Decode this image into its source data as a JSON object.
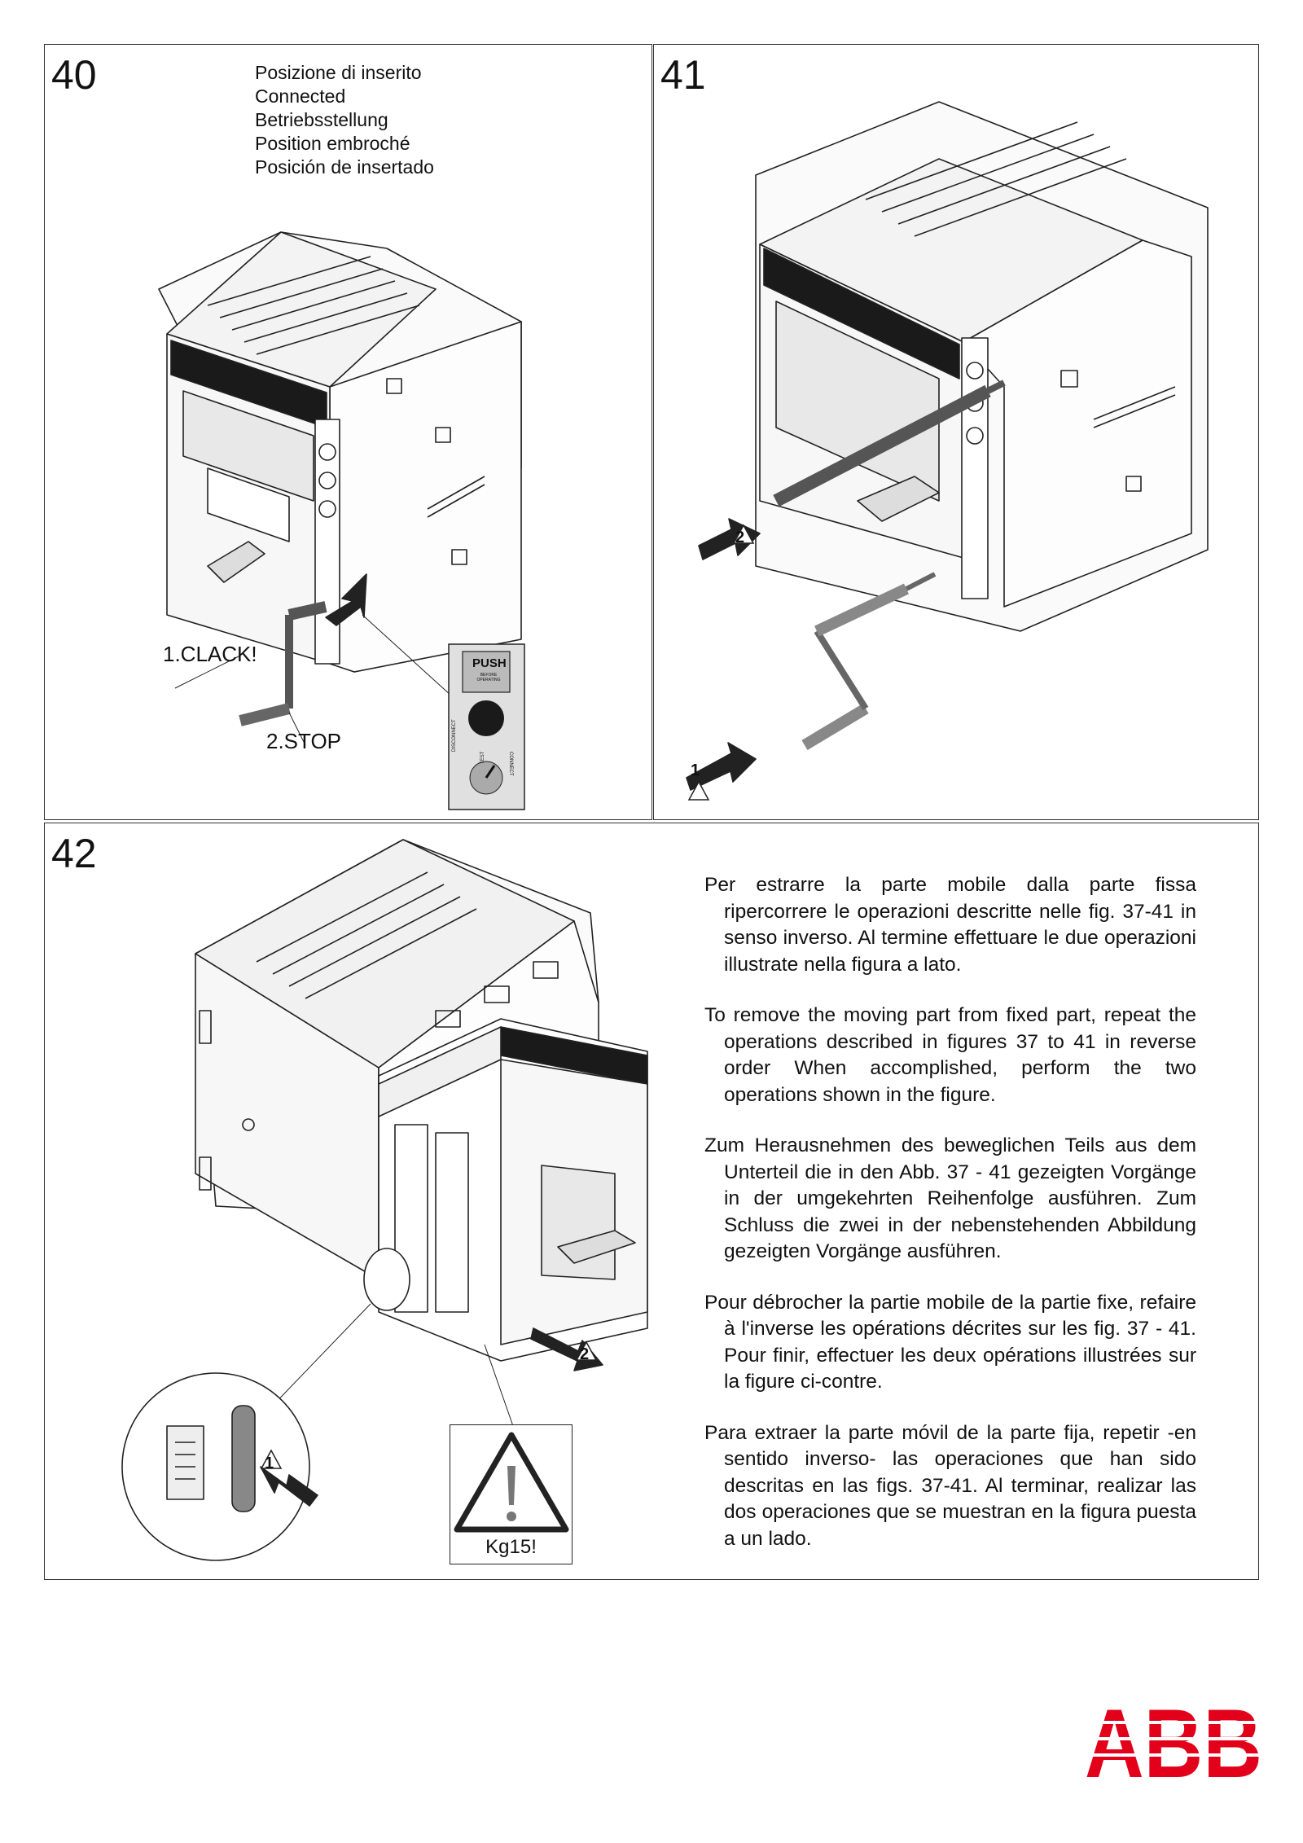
{
  "figures": {
    "f40": {
      "number": "40",
      "labels": [
        "Posizione di inserito",
        "Connected",
        "Betriebsstellung",
        "Position  embroché",
        "Posición de insertado"
      ],
      "callout_clack": "1.CLACK!",
      "callout_stop": "2.STOP",
      "push_label": "PUSH",
      "push_sub": "BEFORE OPERATING",
      "ind_disconnect": "DISCONNECT",
      "ind_test": "TEST",
      "ind_connect": "CONNECT"
    },
    "f41": {
      "number": "41",
      "step1": "1",
      "step2": "2"
    },
    "f42": {
      "number": "42",
      "step1": "1",
      "step2": "2",
      "warning_weight": "Kg15!",
      "paragraphs": [
        "Per estrarre la parte mobile dalla parte fissa ripercorrere le operazioni descritte nelle fig. 37-41 in senso inverso. Al termine effettuare le due operazioni illustrate nella figura a lato.",
        "To remove the moving part from fixed part, repeat the operations described in figures 37 to 41 in reverse order When accomplished, perform the two operations shown in the figure.",
        "Zum Herausnehmen des beweglichen Teils aus dem Unterteil die in den Abb. 37 - 41 gezeigten Vorgänge in der umgekehrten Reihenfolge ausführen. Zum Schluss die zwei in der nebenstehenden Abbildung gezeigten Vorgänge ausführen.",
        "Pour débrocher la partie mobile de la partie fixe, refaire à l'inverse les opérations décrites sur les fig. 37 - 41. Pour finir, effectuer les deux opérations illustrées sur la figure ci-contre.",
        "Para extraer la parte móvil de la parte fija, repetir -en sentido inverso- las operaciones que han sido descritas en las figs. 37-41. Al terminar, realizar las dos operaciones que se muestran en la figura puesta a un lado."
      ]
    }
  },
  "brand": {
    "logo": "ABB",
    "color": "#e2001a"
  }
}
